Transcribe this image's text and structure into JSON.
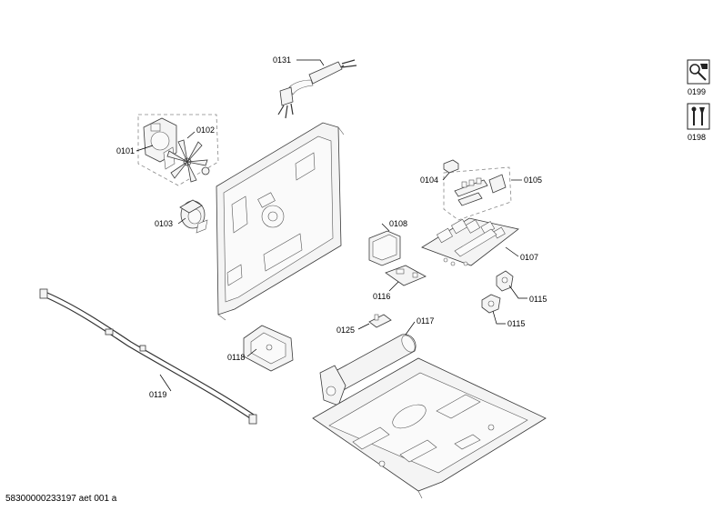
{
  "labels": {
    "p0131": "0131",
    "p0101": "0101",
    "p0102": "0102",
    "p0103": "0103",
    "p0104": "0104",
    "p0105": "0105",
    "p0107": "0107",
    "p0108": "0108",
    "p0116": "0116",
    "p0115a": "0115",
    "p0115b": "0115",
    "p0125": "0125",
    "p0117": "0117",
    "p0118": "0118",
    "p0119": "0119",
    "p0199": "0199",
    "p0198": "0198"
  },
  "icons": {
    "p0199": "wrench-icon",
    "p0198": "tools-icon"
  },
  "footer": "58300000233197 aet 001 a"
}
